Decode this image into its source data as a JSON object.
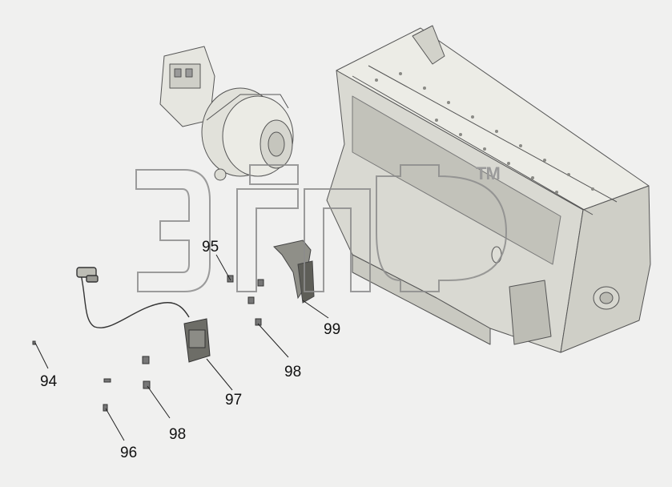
{
  "watermark": {
    "text": "ЭТСП",
    "trademark": "TM"
  },
  "callouts": [
    {
      "id": "94",
      "label": "94"
    },
    {
      "id": "95",
      "label": "95"
    },
    {
      "id": "96",
      "label": "96"
    },
    {
      "id": "97",
      "label": "97"
    },
    {
      "id": "98a",
      "label": "98"
    },
    {
      "id": "98b",
      "label": "98"
    },
    {
      "id": "99",
      "label": "99"
    }
  ],
  "colors": {
    "background": "#f0f0ef",
    "part_fill": "#e4e4de",
    "part_edge": "#555555",
    "watermark": "#8c8c8c"
  }
}
